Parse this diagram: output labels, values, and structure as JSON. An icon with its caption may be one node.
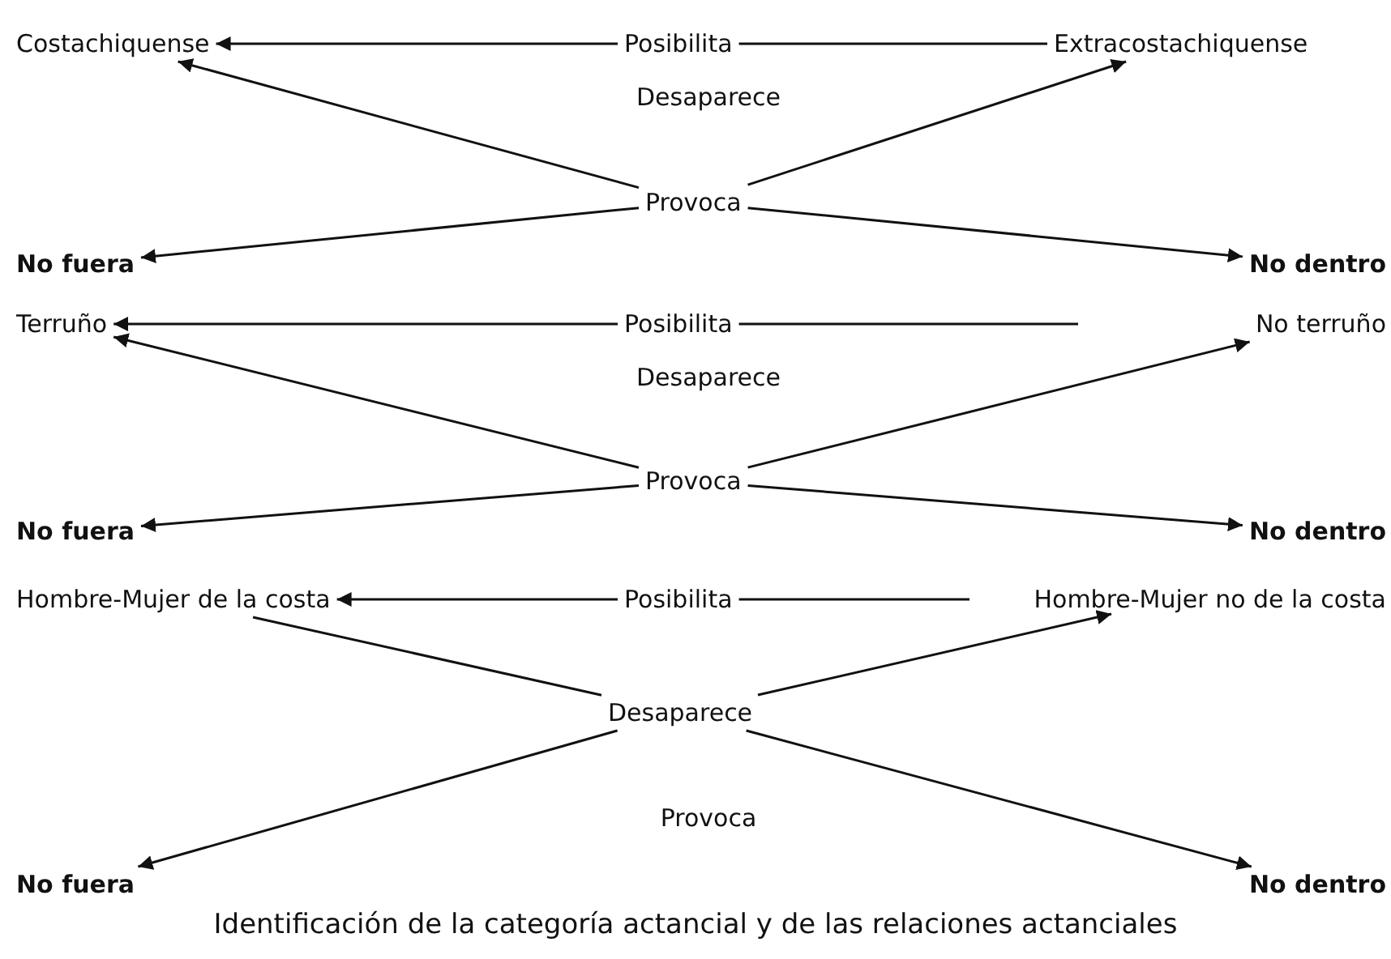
{
  "diagram": {
    "caption": "Identificación de la categoría actancial y de las relaciones actanciales",
    "nodes": [
      {
        "text": [
          "Costachiquense"
        ]
      },
      {
        "text": [
          "Posibilita"
        ]
      },
      {
        "text": [
          "Extracostachiquense"
        ]
      },
      {
        "text": [
          "Provoca"
        ]
      },
      {
        "text": [
          "No fuera"
        ]
      },
      {
        "text": [
          "No dentro"
        ]
      },
      {
        "text": [
          "Terruño"
        ]
      },
      {
        "text": [
          "Posibilita"
        ]
      },
      {
        "text": [
          "No terruño"
        ]
      },
      {
        "text": [
          "Provoca"
        ]
      },
      {
        "text": [
          "No fuera"
        ]
      },
      {
        "text": [
          "No dentro"
        ]
      },
      {
        "text": [
          "Hombre-Mujer de la costa"
        ]
      },
      {
        "text": [
          "Posibilita"
        ]
      },
      {
        "text": [
          "Hombre-Mujer no de la costa"
        ]
      },
      {
        "text": [
          "Desaparece"
        ]
      },
      {
        "text": [
          "No fuera"
        ]
      },
      {
        "text": [
          "No dentro"
        ]
      }
    ],
    "edges": [
      {
        "from": 1,
        "to": 0,
        "arrow": "to"
      },
      {
        "from": 1,
        "to": 2,
        "arrow": "none"
      },
      {
        "from": 3,
        "to": 0,
        "arrow": "to"
      },
      {
        "from": 3,
        "to": 2,
        "arrow": "to"
      },
      {
        "from": 3,
        "to": 4,
        "arrow": "to"
      },
      {
        "from": 3,
        "to": 5,
        "arrow": "to"
      },
      {
        "from": 7,
        "to": 6,
        "arrow": "to"
      },
      {
        "from": 7,
        "to": null,
        "arrow": "none"
      },
      {
        "from": 9,
        "to": 6,
        "arrow": "to"
      },
      {
        "from": 9,
        "to": 8,
        "arrow": "to"
      },
      {
        "from": 9,
        "to": 10,
        "arrow": "to"
      },
      {
        "from": 9,
        "to": 11,
        "arrow": "to"
      },
      {
        "from": 13,
        "to": 12,
        "arrow": "to"
      },
      {
        "from": 13,
        "to": null,
        "arrow": "none"
      },
      {
        "from": 15,
        "to": 12,
        "arrow": "none"
      },
      {
        "from": 15,
        "to": 14,
        "arrow": "to"
      },
      {
        "from": 15,
        "to": 16,
        "arrow": "to"
      },
      {
        "from": 15,
        "to": 17,
        "arrow": "to"
      }
    ],
    "labels": [
      "Desaparece",
      "Desaparece",
      "Provoca"
    ]
  }
}
